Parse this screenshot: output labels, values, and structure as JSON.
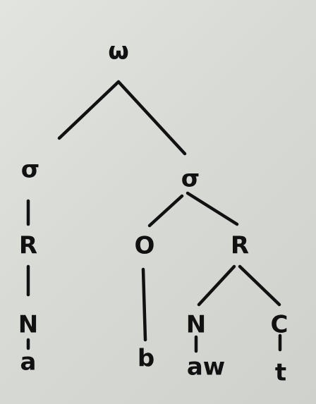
{
  "tree": {
    "nodes": [
      {
        "id": "root",
        "label": "ω"
      },
      {
        "id": "sigma-left",
        "label": "σ"
      },
      {
        "id": "sigma-right",
        "label": "σ"
      },
      {
        "id": "rime-left",
        "label": "R"
      },
      {
        "id": "onset-right",
        "label": "O"
      },
      {
        "id": "rime-right",
        "label": "R"
      },
      {
        "id": "nucleus-left",
        "label": "N"
      },
      {
        "id": "nucleus-right",
        "label": "N"
      },
      {
        "id": "coda-right",
        "label": "C"
      },
      {
        "id": "seg-a",
        "label": "a"
      },
      {
        "id": "seg-b",
        "label": "b"
      },
      {
        "id": "seg-aw",
        "label": "aw"
      },
      {
        "id": "seg-t",
        "label": "t"
      }
    ],
    "edges": [
      [
        "root",
        "sigma-left"
      ],
      [
        "root",
        "sigma-right"
      ],
      [
        "sigma-left",
        "rime-left"
      ],
      [
        "rime-left",
        "nucleus-left"
      ],
      [
        "nucleus-left",
        "seg-a"
      ],
      [
        "sigma-right",
        "onset-right"
      ],
      [
        "sigma-right",
        "rime-right"
      ],
      [
        "onset-right",
        "seg-b"
      ],
      [
        "rime-right",
        "nucleus-right"
      ],
      [
        "rime-right",
        "coda-right"
      ],
      [
        "nucleus-right",
        "seg-aw"
      ],
      [
        "coda-right",
        "seg-t"
      ]
    ]
  }
}
